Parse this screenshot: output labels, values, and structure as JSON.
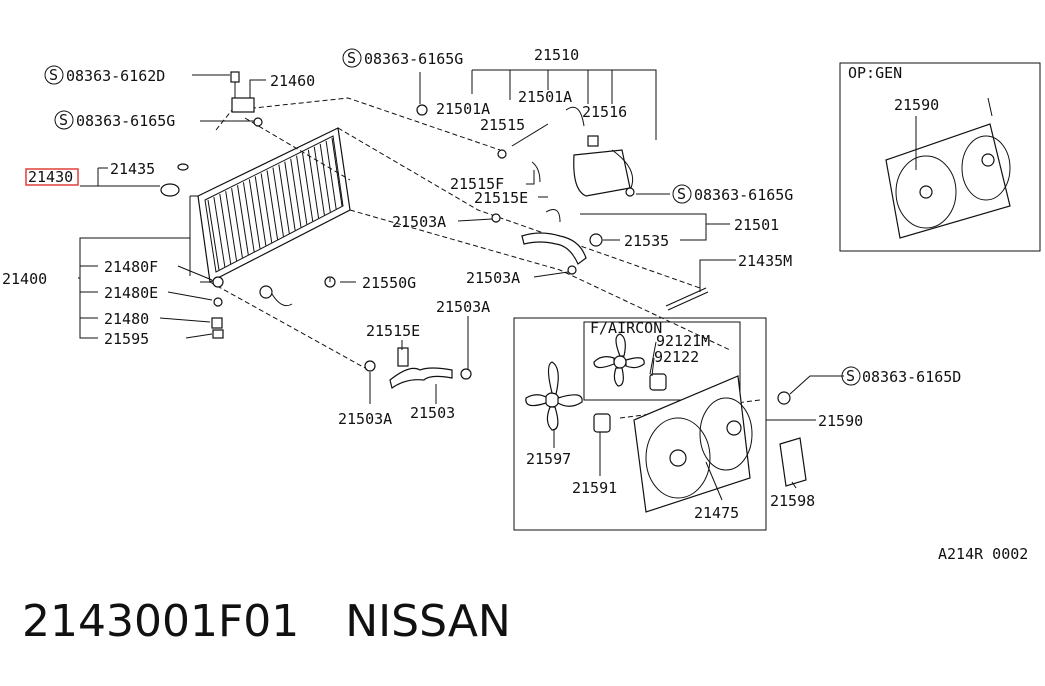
{
  "callouts": {
    "c1": "08363-6162D",
    "c2": "21460",
    "c3": "08363-6165G",
    "c4": "08363-6165G",
    "c5": "21510",
    "c6": "21501A",
    "c7": "21501A",
    "c8": "21515",
    "c9": "21516",
    "c10": "21435",
    "c11": "21430",
    "c12": "21515F",
    "c13": "21515E",
    "c14": "08363-6165G",
    "c15": "21503A",
    "c16": "21501",
    "c17": "21535",
    "c18": "21400",
    "c19": "21480F",
    "c20": "21480E",
    "c21": "21480",
    "c22": "21595",
    "c23": "21550G",
    "c24": "21503A",
    "c25": "21435M",
    "c26": "21503A",
    "c27": "21515E",
    "c28": "21503A",
    "c29": "21503",
    "c30": "92121M",
    "c31": "92122",
    "c32": "08363-6165D",
    "c33": "21590",
    "c34": "21597",
    "c35": "21591",
    "c36": "21475",
    "c37": "21598",
    "c38": "21590"
  },
  "boxes": {
    "op_gen": "OP:GEN",
    "f_aircon": "F/AIRCON"
  },
  "ref_code": "A214R 0002",
  "caption": {
    "part_number": "2143001F01",
    "brand": "NISSAN"
  },
  "colors": {
    "highlight": "#e0403a",
    "ink": "#111111"
  },
  "icons": {
    "bolt_prefix": "circled-S-icon"
  }
}
